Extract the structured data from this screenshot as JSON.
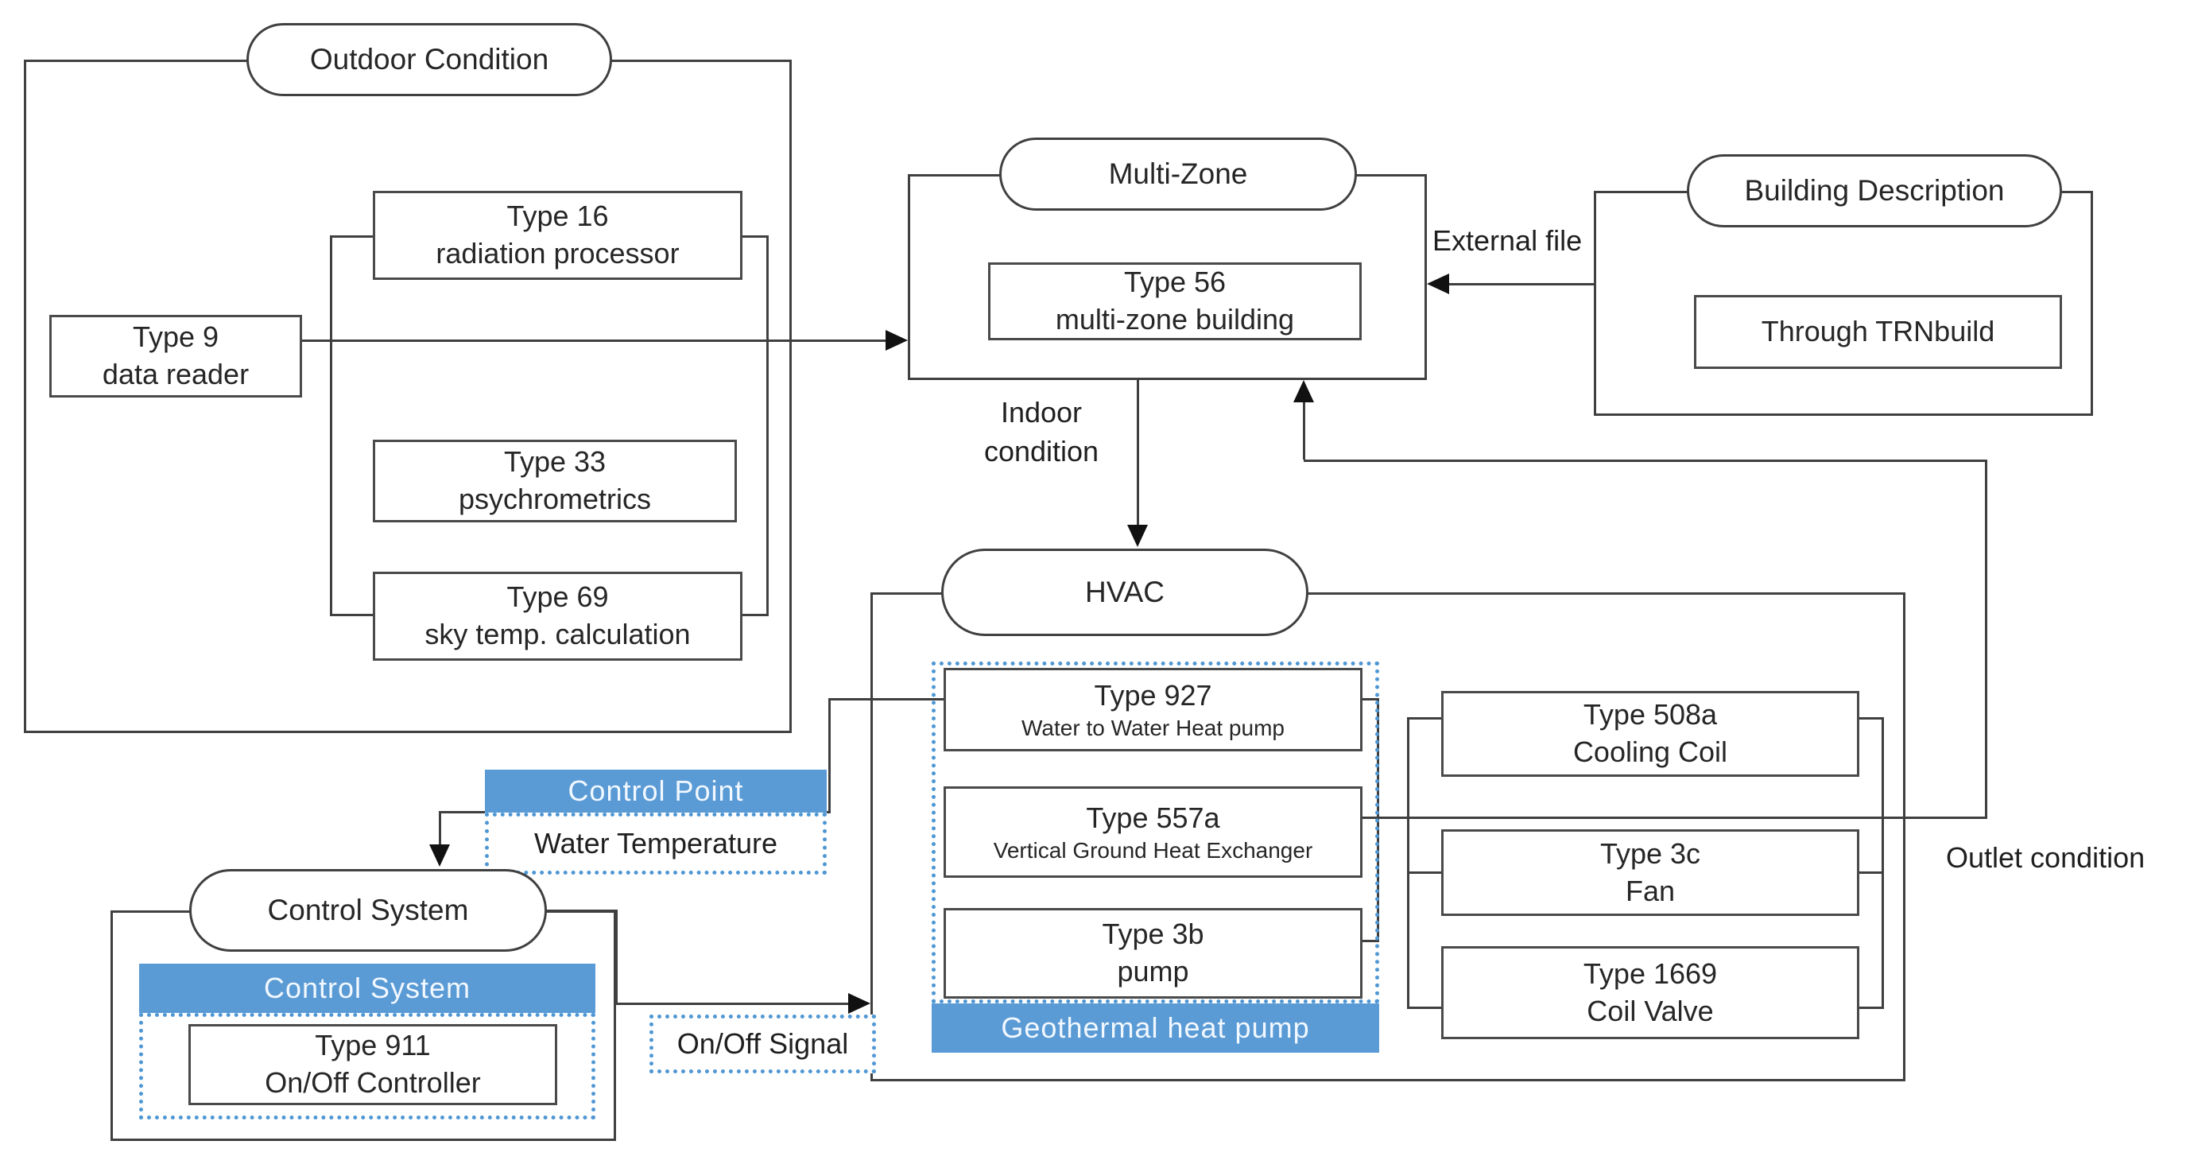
{
  "colors": {
    "accent_blue": "#5b9bd5",
    "dotted_blue": "#4f97d4",
    "line": "#3f3f3f"
  },
  "nodes": {
    "outdoor": {
      "title": "Outdoor Condition"
    },
    "multizone": {
      "title": "Multi-Zone"
    },
    "building": {
      "title": "Building Description"
    },
    "hvac": {
      "title": "HVAC"
    },
    "control": {
      "title": "Control System"
    }
  },
  "boxes": {
    "type16": {
      "line1": "Type 16",
      "line2": "radiation processor"
    },
    "type9": {
      "line1": "Type 9",
      "line2": "data reader"
    },
    "type33": {
      "line1": "Type 33",
      "line2": "psychrometrics"
    },
    "type69": {
      "line1": "Type 69",
      "line2": "sky temp. calculation"
    },
    "type56": {
      "line1": "Type 56",
      "line2": "multi-zone building"
    },
    "trnbuild": {
      "line1": "Through TRNbuild"
    },
    "type927": {
      "line1": "Type 927",
      "line2": "Water to Water Heat pump"
    },
    "type557a": {
      "line1": "Type 557a",
      "line2": "Vertical Ground Heat Exchanger"
    },
    "type3b": {
      "line1": "Type 3b",
      "line2": "pump"
    },
    "type508a": {
      "line1": "Type 508a",
      "line2": "Cooling Coil"
    },
    "type3c": {
      "line1": "Type 3c",
      "line2": "Fan"
    },
    "type1669": {
      "line1": "Type 1669",
      "line2": "Coil Valve"
    },
    "type911": {
      "line1": "Type 911",
      "line2": "On/Off Controller"
    }
  },
  "labels": {
    "external_file": "External file",
    "indoor_line1": "Indoor",
    "indoor_line2": "condition",
    "outlet_condition": "Outlet condition",
    "control_point": "Control Point",
    "water_temperature": "Water Temperature",
    "control_system_band": "Control System",
    "geothermal": "Geothermal heat pump",
    "onoff_signal": "On/Off Signal"
  }
}
